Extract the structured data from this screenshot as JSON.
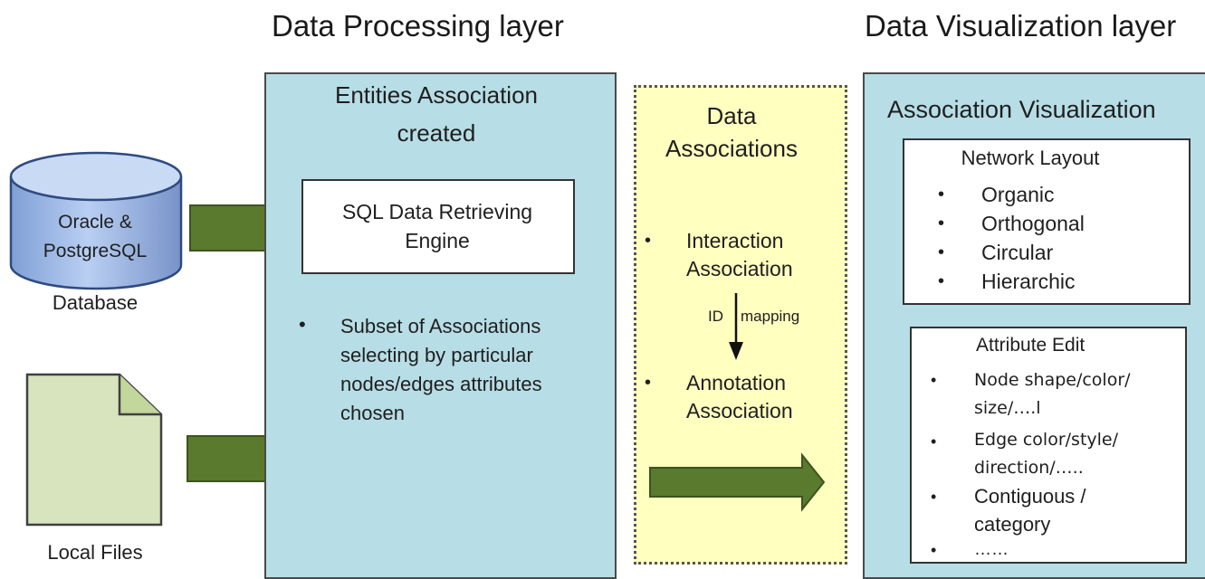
{
  "layer_titles": {
    "processing": "Data Processing layer",
    "visualization": "Data Visualization layer"
  },
  "sources": {
    "database_label": "Oracle &\nPostgreSQL",
    "database_caption": "Database",
    "files_caption": "Local Files"
  },
  "processing_panel": {
    "title": "Entities Association\ncreated",
    "engine_label": "SQL Data Retrieving\nEngine",
    "bullet": "Subset of Associations\nselecting by particular\nnodes/edges attributes\nchosen"
  },
  "associations_panel": {
    "title": "Data\nAssociations",
    "item1": "Interaction\nAssociation",
    "mapping_left": "ID",
    "mapping_right": "mapping",
    "item2": "Annotation\nAssociation"
  },
  "visualization_panel": {
    "title": "Association Visualization",
    "network_layout": {
      "title": "Network Layout",
      "items": [
        "Organic",
        "Orthogonal",
        "Circular",
        "Hierarchic"
      ]
    },
    "attribute_edit": {
      "title": "Attribute Edit",
      "items": [
        "Node shape/color/\nsize/….l",
        "Edge color/style/\ndirection/…..",
        "Contiguous /\ncategory",
        "……"
      ]
    }
  },
  "bullet_char": "•",
  "colors": {
    "panel_blue": "#b7dde6",
    "panel_yellow": "#ffffc0",
    "arrow_green": "#5a7a2e",
    "file_green": "#d7e4bd",
    "cylinder_blue": "#a9c4ee"
  }
}
